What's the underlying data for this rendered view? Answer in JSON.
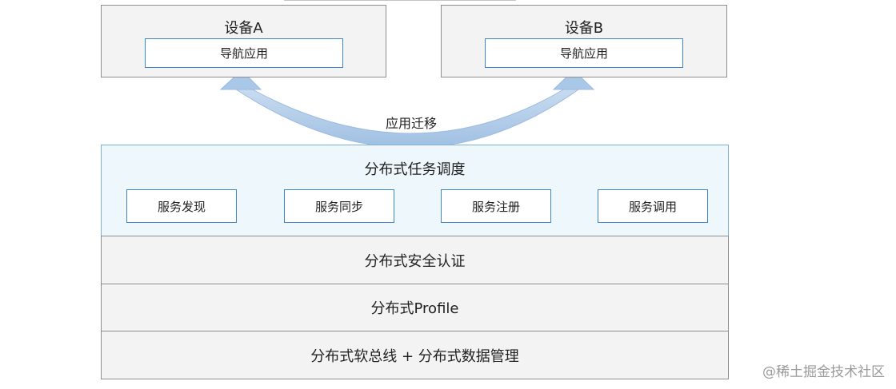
{
  "device_a": {
    "title": "设备A",
    "app": "导航应用"
  },
  "device_b": {
    "title": "设备B",
    "app": "导航应用"
  },
  "migration": {
    "label": "应用迁移"
  },
  "scheduler": {
    "title": "分布式任务调度",
    "services": [
      "服务发现",
      "服务同步",
      "服务注册",
      "服务调用"
    ]
  },
  "layers": {
    "security": "分布式安全认证",
    "profile": "分布式Profile",
    "bus": "分布式软总线 + 分布式数据管理"
  },
  "watermark": "@稀土掘金技术社区",
  "colors": {
    "box_fill": "#f3f3f3",
    "scheduler_fill": "#eef7fc",
    "accent_border": "#3f86c9",
    "arrow": "#a9c7e7"
  }
}
